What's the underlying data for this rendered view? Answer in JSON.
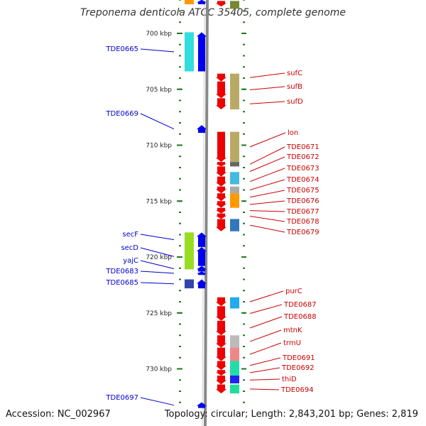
{
  "title": "Treponema denticola ATCC 35405, complete genome",
  "footer": {
    "accession": "Accession: NC_002967",
    "topology": "Topology: circular; Length: 2,843,201 bp; Genes: 2,819"
  },
  "colors": {
    "left_label": "#0000cc",
    "right_label": "#cc0000",
    "forward_gene": "#0000ee",
    "reverse_gene": "#ee0000",
    "tick_green": "#1a7a1a",
    "backbone": "#888888"
  },
  "chart_data": {
    "type": "genome-map",
    "unit": "kbp",
    "view_kbp": [
      696.5,
      733.5
    ],
    "scale_ticks": [
      {
        "kbp": 700,
        "label": "700 kbp"
      },
      {
        "kbp": 705,
        "label": "705 kbp"
      },
      {
        "kbp": 710,
        "label": "710 kbp"
      },
      {
        "kbp": 715,
        "label": "715 kbp"
      },
      {
        "kbp": 720,
        "label": "720 kbp"
      },
      {
        "kbp": 725,
        "label": "725 kbp"
      },
      {
        "kbp": 730,
        "label": "730 kbp"
      }
    ],
    "forward_genes": [
      {
        "start": 697.0,
        "end": 697.4,
        "label": ""
      },
      {
        "start": 699.9,
        "end": 703.4,
        "label": "TDE0665"
      },
      {
        "start": 708.2,
        "end": 708.9,
        "label": "TDE0669"
      },
      {
        "start": 717.8,
        "end": 719.1,
        "label": "secF"
      },
      {
        "start": 719.1,
        "end": 720.8,
        "label": "secD"
      },
      {
        "start": 720.8,
        "end": 721.3,
        "label": "yajC"
      },
      {
        "start": 721.3,
        "end": 721.6,
        "label": "TDE0683"
      },
      {
        "start": 722.0,
        "end": 722.8,
        "label": "TDE0685"
      },
      {
        "start": 733.0,
        "end": 733.5,
        "label": "TDE0697"
      }
    ],
    "reverse_genes": [
      {
        "start": 697.1,
        "end": 697.6,
        "label": ""
      },
      {
        "start": 703.6,
        "end": 704.3,
        "label": "sufC"
      },
      {
        "start": 704.3,
        "end": 705.8,
        "label": "sufB"
      },
      {
        "start": 705.8,
        "end": 706.8,
        "label": "sufD"
      },
      {
        "start": 708.8,
        "end": 711.5,
        "label": "lon"
      },
      {
        "start": 711.5,
        "end": 711.9,
        "label": "TDE0671"
      },
      {
        "start": 711.9,
        "end": 712.8,
        "label": "TDE0672"
      },
      {
        "start": 712.8,
        "end": 713.7,
        "label": "TDE0673"
      },
      {
        "start": 713.7,
        "end": 714.3,
        "label": "TDE0674"
      },
      {
        "start": 714.3,
        "end": 715.0,
        "label": "TDE0675"
      },
      {
        "start": 715.0,
        "end": 715.6,
        "label": "TDE0676"
      },
      {
        "start": 715.6,
        "end": 716.1,
        "label": "TDE0677"
      },
      {
        "start": 716.1,
        "end": 716.6,
        "label": "TDE0678"
      },
      {
        "start": 716.6,
        "end": 717.7,
        "label": "TDE0679"
      },
      {
        "start": 723.6,
        "end": 724.4,
        "label": "purC"
      },
      {
        "start": 724.4,
        "end": 725.7,
        "label": "TDE0687"
      },
      {
        "start": 725.7,
        "end": 727.0,
        "label": "TDE0688"
      },
      {
        "start": 727.0,
        "end": 728.1,
        "label": "mtnK"
      },
      {
        "start": 728.1,
        "end": 729.3,
        "label": "trmU"
      },
      {
        "start": 729.3,
        "end": 730.1,
        "label": "TDE0691"
      },
      {
        "start": 730.1,
        "end": 730.6,
        "label": "TDE0692"
      },
      {
        "start": 730.6,
        "end": 731.4,
        "label": "thiD"
      },
      {
        "start": 731.4,
        "end": 732.2,
        "label": "TDE0694"
      }
    ],
    "forward_domains": [
      {
        "start": 697.0,
        "end": 697.4,
        "color": "#ff9900"
      },
      {
        "start": 699.9,
        "end": 703.4,
        "color": "#33dddd"
      },
      {
        "start": 717.8,
        "end": 721.1,
        "color": "#99dd22"
      },
      {
        "start": 722.0,
        "end": 722.8,
        "color": "#3344aa"
      }
    ],
    "reverse_domains": [
      {
        "start": 697.1,
        "end": 697.8,
        "color": "#778833"
      },
      {
        "start": 703.6,
        "end": 706.8,
        "color": "#b8aa66"
      },
      {
        "start": 708.8,
        "end": 711.5,
        "color": "#b8aa66"
      },
      {
        "start": 711.5,
        "end": 711.9,
        "color": "#666666"
      },
      {
        "start": 712.4,
        "end": 713.5,
        "color": "#44bbdd"
      },
      {
        "start": 713.7,
        "end": 714.3,
        "color": "#aaaaaa"
      },
      {
        "start": 714.3,
        "end": 715.6,
        "color": "#ff9900"
      },
      {
        "start": 716.6,
        "end": 717.7,
        "color": "#3377bb"
      },
      {
        "start": 723.6,
        "end": 724.6,
        "color": "#22aaee"
      },
      {
        "start": 727.0,
        "end": 728.1,
        "color": "#bbbbbb"
      },
      {
        "start": 728.1,
        "end": 729.3,
        "color": "#ee8888"
      },
      {
        "start": 729.3,
        "end": 730.6,
        "color": "#22ddaa"
      },
      {
        "start": 730.6,
        "end": 731.3,
        "color": "#2222ee"
      },
      {
        "start": 731.4,
        "end": 732.2,
        "color": "#22dd99"
      }
    ]
  }
}
